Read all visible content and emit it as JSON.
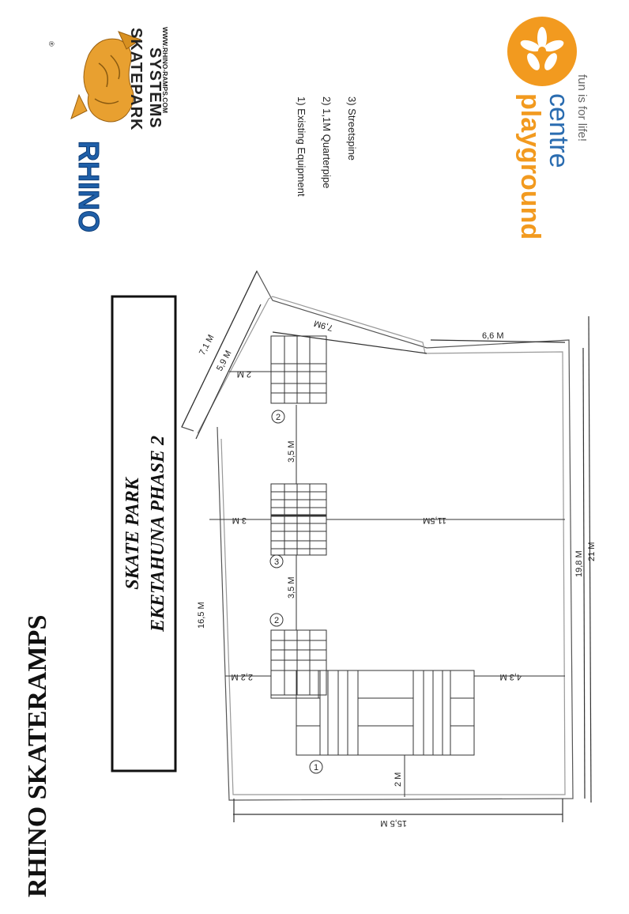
{
  "header": {
    "brand": "RHINO SKATERAMPS",
    "title_line1": "SKATE PARK",
    "title_line2": "EKETAHUNA PHASE 2"
  },
  "rhino_logo": {
    "wordmark": "RHINO",
    "registered": "®",
    "line1": "SKATEPARK",
    "line2": "SYSTEMS",
    "url": "WWW.RHINO-RAMPS.COM",
    "colors": {
      "blue": "#1f5fa8",
      "orange": "#e8a030"
    }
  },
  "playground_logo": {
    "word1": "playground",
    "word2": "centre",
    "tagline": "fun is for life!",
    "colors": {
      "orange": "#f29a1f",
      "blue": "#2a6cb0",
      "grey": "#666666"
    }
  },
  "legend": {
    "items": [
      "1) Existing Equipment",
      "2) 1,1M Quarterpipe",
      "3) Streetspine"
    ]
  },
  "markers": {
    "m1": "1",
    "m2a": "2",
    "m2b": "2",
    "m3": "3"
  },
  "dimensions": {
    "d_7_1": "7,1 M",
    "d_5_9": "5,9 M",
    "d_7_9": "7,9M",
    "d_6_6": "6,6 M",
    "d_2m_top": "2 M",
    "d_3_5_top": "3,5 M",
    "d_3m": "3 M",
    "d_11_5": "11,5M",
    "d_3_5_bottom": "3,5 M",
    "d_16_5": "16,5 M",
    "d_19_8": "19,8 M",
    "d_21": "21 M",
    "d_2_2": "2,2 M",
    "d_4_3": "4,3 M",
    "d_2m_bottom": "2 M",
    "d_15_5": "15,5 M"
  }
}
